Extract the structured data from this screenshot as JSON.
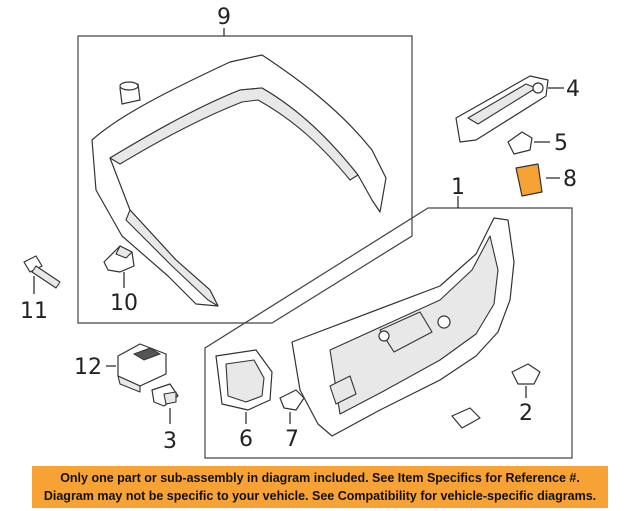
{
  "diagram": {
    "callouts": [
      "1",
      "2",
      "3",
      "4",
      "5",
      "6",
      "7",
      "8",
      "9",
      "10",
      "11",
      "12"
    ],
    "colors": {
      "notice_bg": "#f7a234",
      "part8_fill": "#f7a234",
      "line": "#333333"
    }
  },
  "notice": {
    "line1": "Only one part or sub-assembly in diagram included. See Item Specifics for Reference #.",
    "line2": "Diagram may not be specific to your vehicle. See Compatibility for vehicle-specific diagrams."
  }
}
